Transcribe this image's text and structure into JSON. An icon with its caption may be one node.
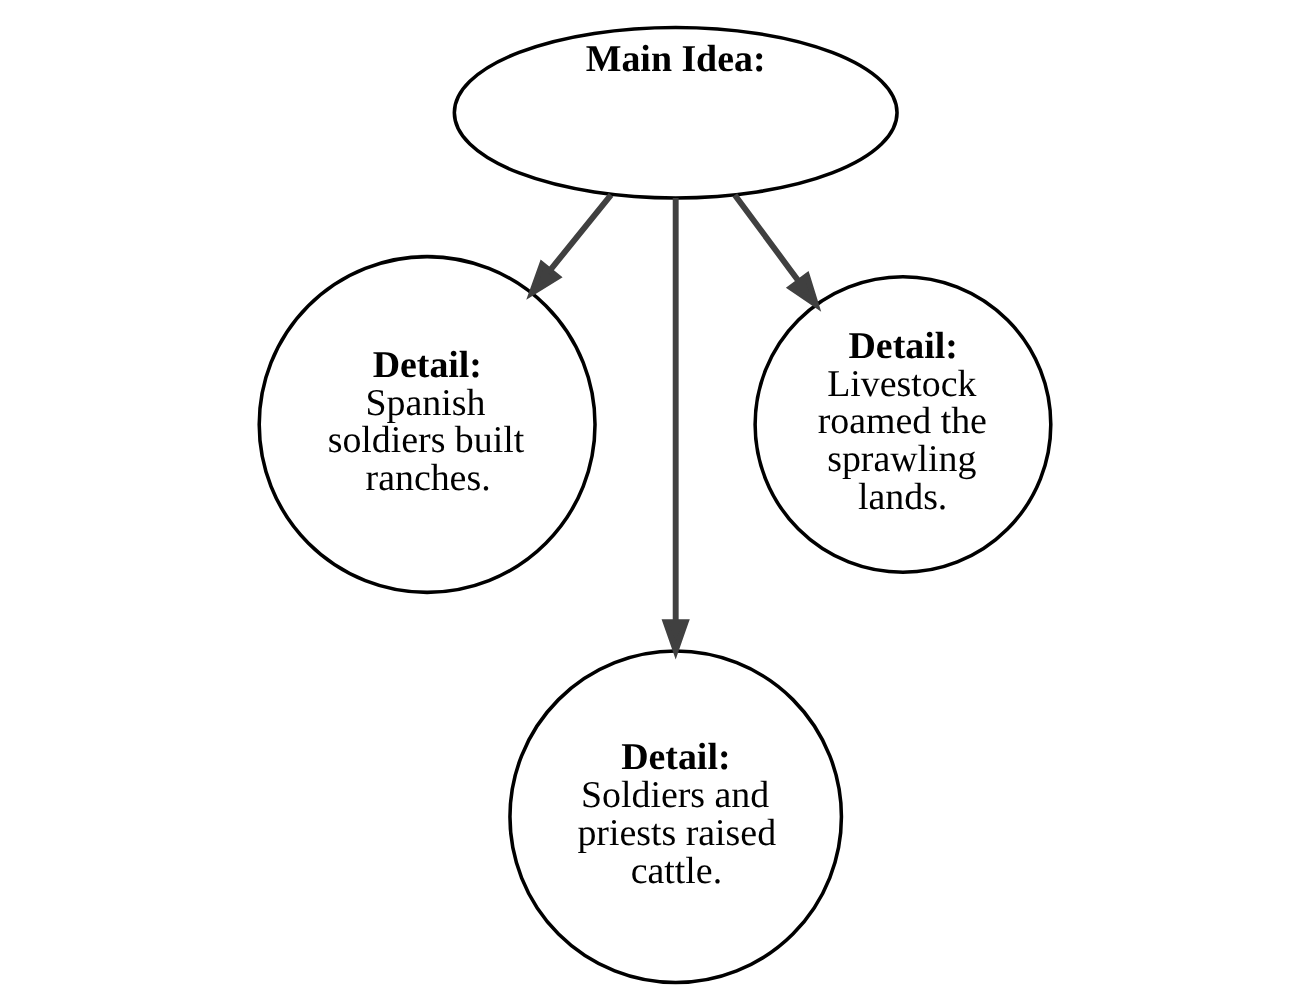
{
  "diagram": {
    "nodes": [
      {
        "text": [
          "Main Idea:"
        ]
      },
      {
        "text": [
          "Detail:",
          "Spanish soldiers built ranches."
        ]
      },
      {
        "text": [
          "Detail:",
          "Soldiers and priests raised cattle."
        ]
      },
      {
        "text": [
          "Detail:",
          "Livestock roamed the sprawling lands."
        ]
      }
    ],
    "edges": [
      {
        "from": 0,
        "to": 1,
        "arrow": "to"
      },
      {
        "from": 0,
        "to": 2,
        "arrow": "to"
      },
      {
        "from": 0,
        "to": 3,
        "arrow": "to"
      }
    ]
  }
}
